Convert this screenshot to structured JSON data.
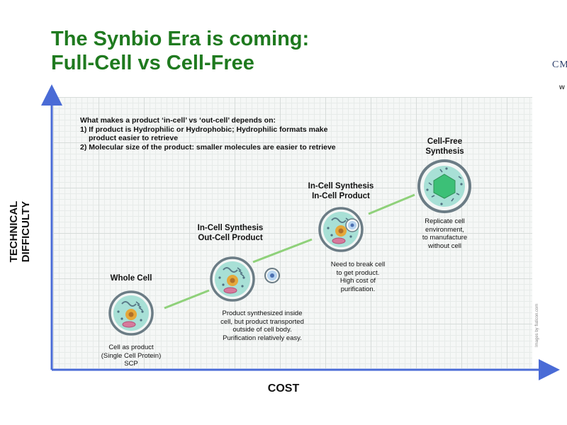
{
  "title": {
    "line1": "The Synbio Era is coming:",
    "line2": "Full-Cell vs Cell-Free"
  },
  "brand": {
    "logo_text": "CM",
    "sub_text": "w"
  },
  "axes": {
    "y_label_line1": "TECHNICAL",
    "y_label_line2": "DIFFICULTY",
    "x_label": "COST"
  },
  "note": {
    "intro": "What makes a product ‘in-cell’ vs ‘out-cell’ depends on:",
    "point1_line1": "1) If product is Hydrophilic or Hydrophobic; Hydrophilic formats make",
    "point1_line2": "product easier to retrieve",
    "point2": "2) Molecular size of the product: smaller molecules are easier to retrieve"
  },
  "stages": [
    {
      "title_line1": "Whole Cell",
      "desc_lines": [
        "Cell as product",
        "(Single Cell Protein)",
        "SCP"
      ]
    },
    {
      "title_line1": "In-Cell Synthesis",
      "title_line2": "Out-Cell Product",
      "desc_lines": [
        "Product synthesized inside",
        "cell, but product transported",
        "outside of cell body.",
        "Purification relatively easy."
      ]
    },
    {
      "title_line1": "In-Cell Synthesis",
      "title_line2": "In-Cell Product",
      "desc_lines": [
        "Need to break cell",
        "to get product.",
        "High cost of",
        "purification."
      ]
    },
    {
      "title_line1": "Cell-Free",
      "title_line2": "Synthesis",
      "desc_lines": [
        "Replicate cell",
        "environment,",
        "to manufacture",
        "without cell"
      ]
    }
  ],
  "image_credit": "Images by flaticon.com",
  "colors": {
    "title_green": "#1f7a1f",
    "axis_blue": "#4a6bd6",
    "trend_green": "#8fd17a",
    "cell_fill": "#a8e0d6",
    "cell_border": "#6b7c85",
    "nucleus": "#e5a83a"
  }
}
